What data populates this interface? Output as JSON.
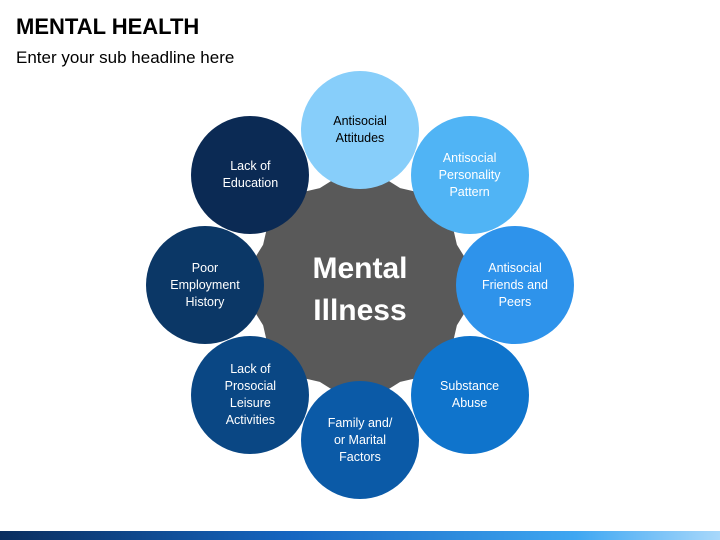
{
  "header": {
    "title": "MENTAL HEALTH",
    "subtitle": "Enter your sub headline here"
  },
  "center": {
    "label": "Mental\nIllness",
    "color": "#595959"
  },
  "nodes": [
    {
      "label": "Antisocial\nAttitudes",
      "color": "#87CEFA",
      "text_color": "#000000"
    },
    {
      "label": "Antisocial\nPersonality\nPattern",
      "color": "#50B4F5",
      "text_color": "#ffffff"
    },
    {
      "label": "Antisocial\nFriends and\nPeers",
      "color": "#2E93EB",
      "text_color": "#ffffff"
    },
    {
      "label": "Substance\nAbuse",
      "color": "#0F74CC",
      "text_color": "#ffffff"
    },
    {
      "label": "Family and/\nor Marital\nFactors",
      "color": "#0B5AA7",
      "text_color": "#ffffff"
    },
    {
      "label": "Lack of\nProsocial\nLeisure\nActivities",
      "color": "#0A4784",
      "text_color": "#ffffff"
    },
    {
      "label": "Poor\nEmployment\nHistory",
      "color": "#0B3766",
      "text_color": "#ffffff"
    },
    {
      "label": "Lack of\nEducation",
      "color": "#0B2A54",
      "text_color": "#ffffff"
    }
  ],
  "footer": {
    "colors": [
      "#0a2d5e",
      "#1565c0",
      "#3fa7f2",
      "#a8d8fb"
    ]
  }
}
